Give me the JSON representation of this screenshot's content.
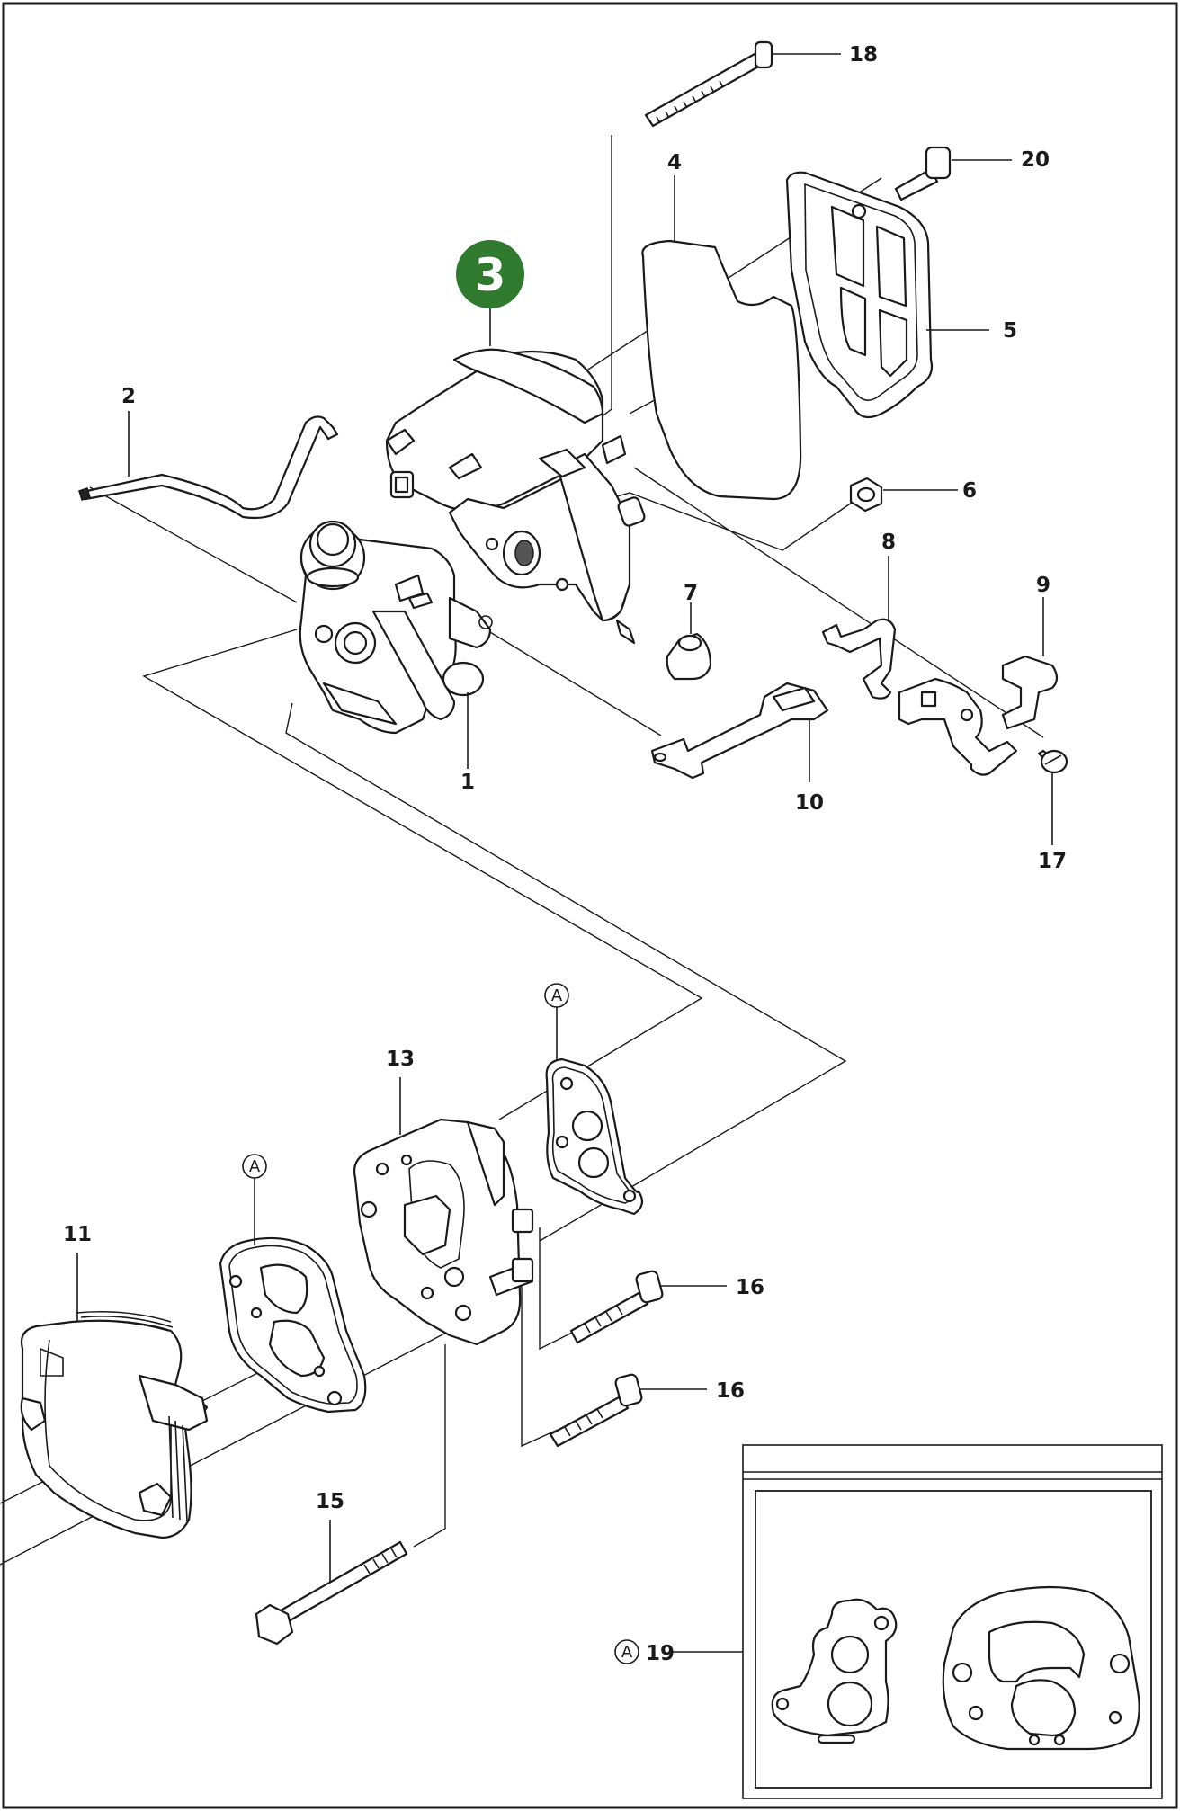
{
  "badge": {
    "number": "3",
    "color": "#2f7a2f"
  },
  "callouts": {
    "p1": "1",
    "p2": "2",
    "p4": "4",
    "p5": "5",
    "p6": "6",
    "p7": "7",
    "p8": "8",
    "p9": "9",
    "p10": "10",
    "p11": "11",
    "p13": "13",
    "p15": "15",
    "p16a": "16",
    "p16b": "16",
    "p17": "17",
    "p18": "18",
    "p19": "19",
    "p20": "20"
  },
  "markers": {
    "gasket_set": "A"
  },
  "colors": {
    "line": "#1a1a1a",
    "paper": "#ffffff",
    "frame": "#1a1a1a"
  }
}
